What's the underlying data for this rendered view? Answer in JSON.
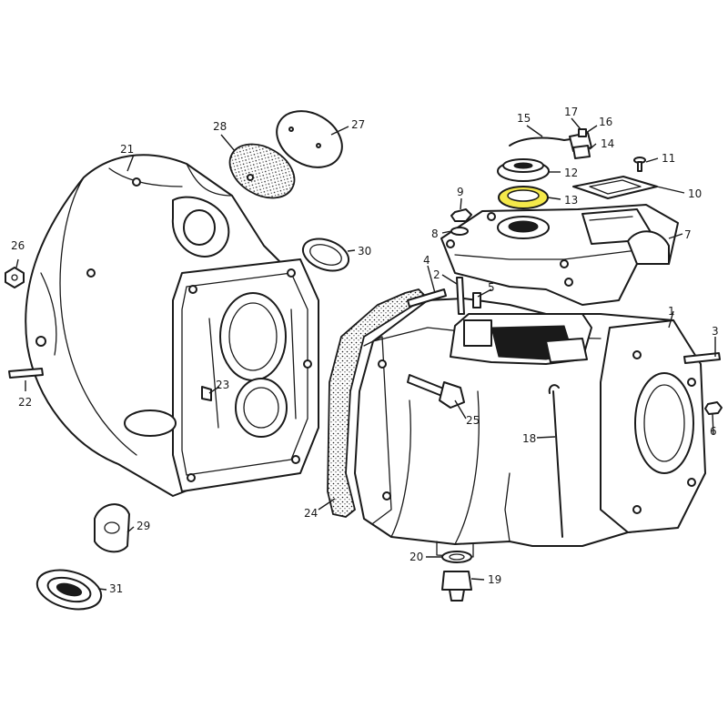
{
  "highlight_color": "#f5e94a",
  "highlighted_part": "13",
  "callouts": [
    "1",
    "2",
    "3",
    "4",
    "5",
    "6",
    "7",
    "8",
    "9",
    "10",
    "11",
    "12",
    "13",
    "14",
    "15",
    "16",
    "17",
    "18",
    "19",
    "20",
    "21",
    "22",
    "23",
    "24",
    "25",
    "26",
    "27",
    "28",
    "29",
    "30",
    "31"
  ]
}
